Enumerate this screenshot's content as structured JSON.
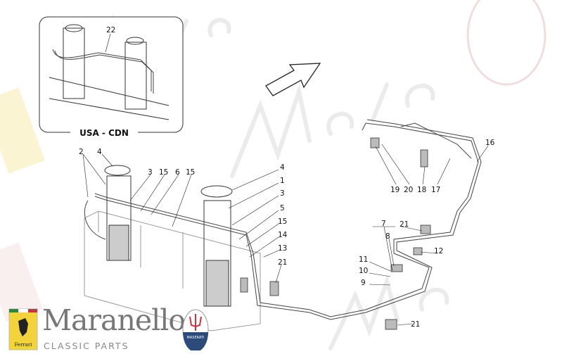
{
  "watermark": {
    "brand": "Maranello",
    "tagline": "CLASSIC PARTS"
  },
  "inset": {
    "caption": "USA - CDN",
    "label": "22"
  },
  "logo": {
    "brand": "Maranello",
    "tagline": "CLASSIC PARTS",
    "ferrari_badge": "Ferrari",
    "maserati_badge": "MASERATI"
  },
  "labels": [
    "2",
    "4",
    "3",
    "15",
    "6",
    "15",
    "4",
    "1",
    "3",
    "5",
    "15",
    "14",
    "13",
    "21",
    "16",
    "19",
    "20",
    "18",
    "17",
    "7",
    "8",
    "21",
    "12",
    "11",
    "10",
    "9",
    "21"
  ],
  "colors": {
    "ferrari_yellow": "#f2d43a",
    "maserati_red": "#c8323a",
    "maserati_blue": "#2c4a7a",
    "watermark": "#cccccc"
  }
}
